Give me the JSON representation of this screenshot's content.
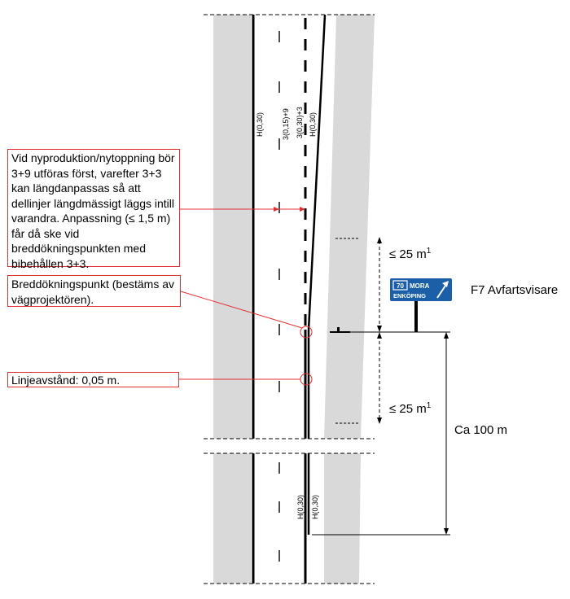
{
  "notes": {
    "nyproduktion": "Vid nyproduktion/nytoppning bör 3+9 utföras först, varefter 3+3 kan längdanpassas så att dellinjer längdmässigt läggs intill varandra. Anpassning (≤ 1,5 m) får då ske vid breddökningspunkten med bibehållen 3+3.",
    "breddokning": "Breddökningspunkt (bestäms av vägprojektören).",
    "linjeavstand": "Linjeavstånd: 0,05 m."
  },
  "line_markings": {
    "edge_left": "H(0,30)",
    "center_a": "3(0,15)+9",
    "center_b": "3(0,30)+3",
    "edge_right": "H(0,30)",
    "lower_a": "H(0,30)",
    "lower_b": "H(0,30)"
  },
  "dimensions": {
    "upper": "≤ 25 m",
    "lower": "≤ 25 m",
    "unit_sup": "1",
    "total": "Ca 100 m"
  },
  "sign": {
    "title": "F7 Avfartsvisare",
    "route_number": "70",
    "line1": "MORA",
    "line2": "ENKÖPING",
    "color": "#1b5fa8"
  }
}
